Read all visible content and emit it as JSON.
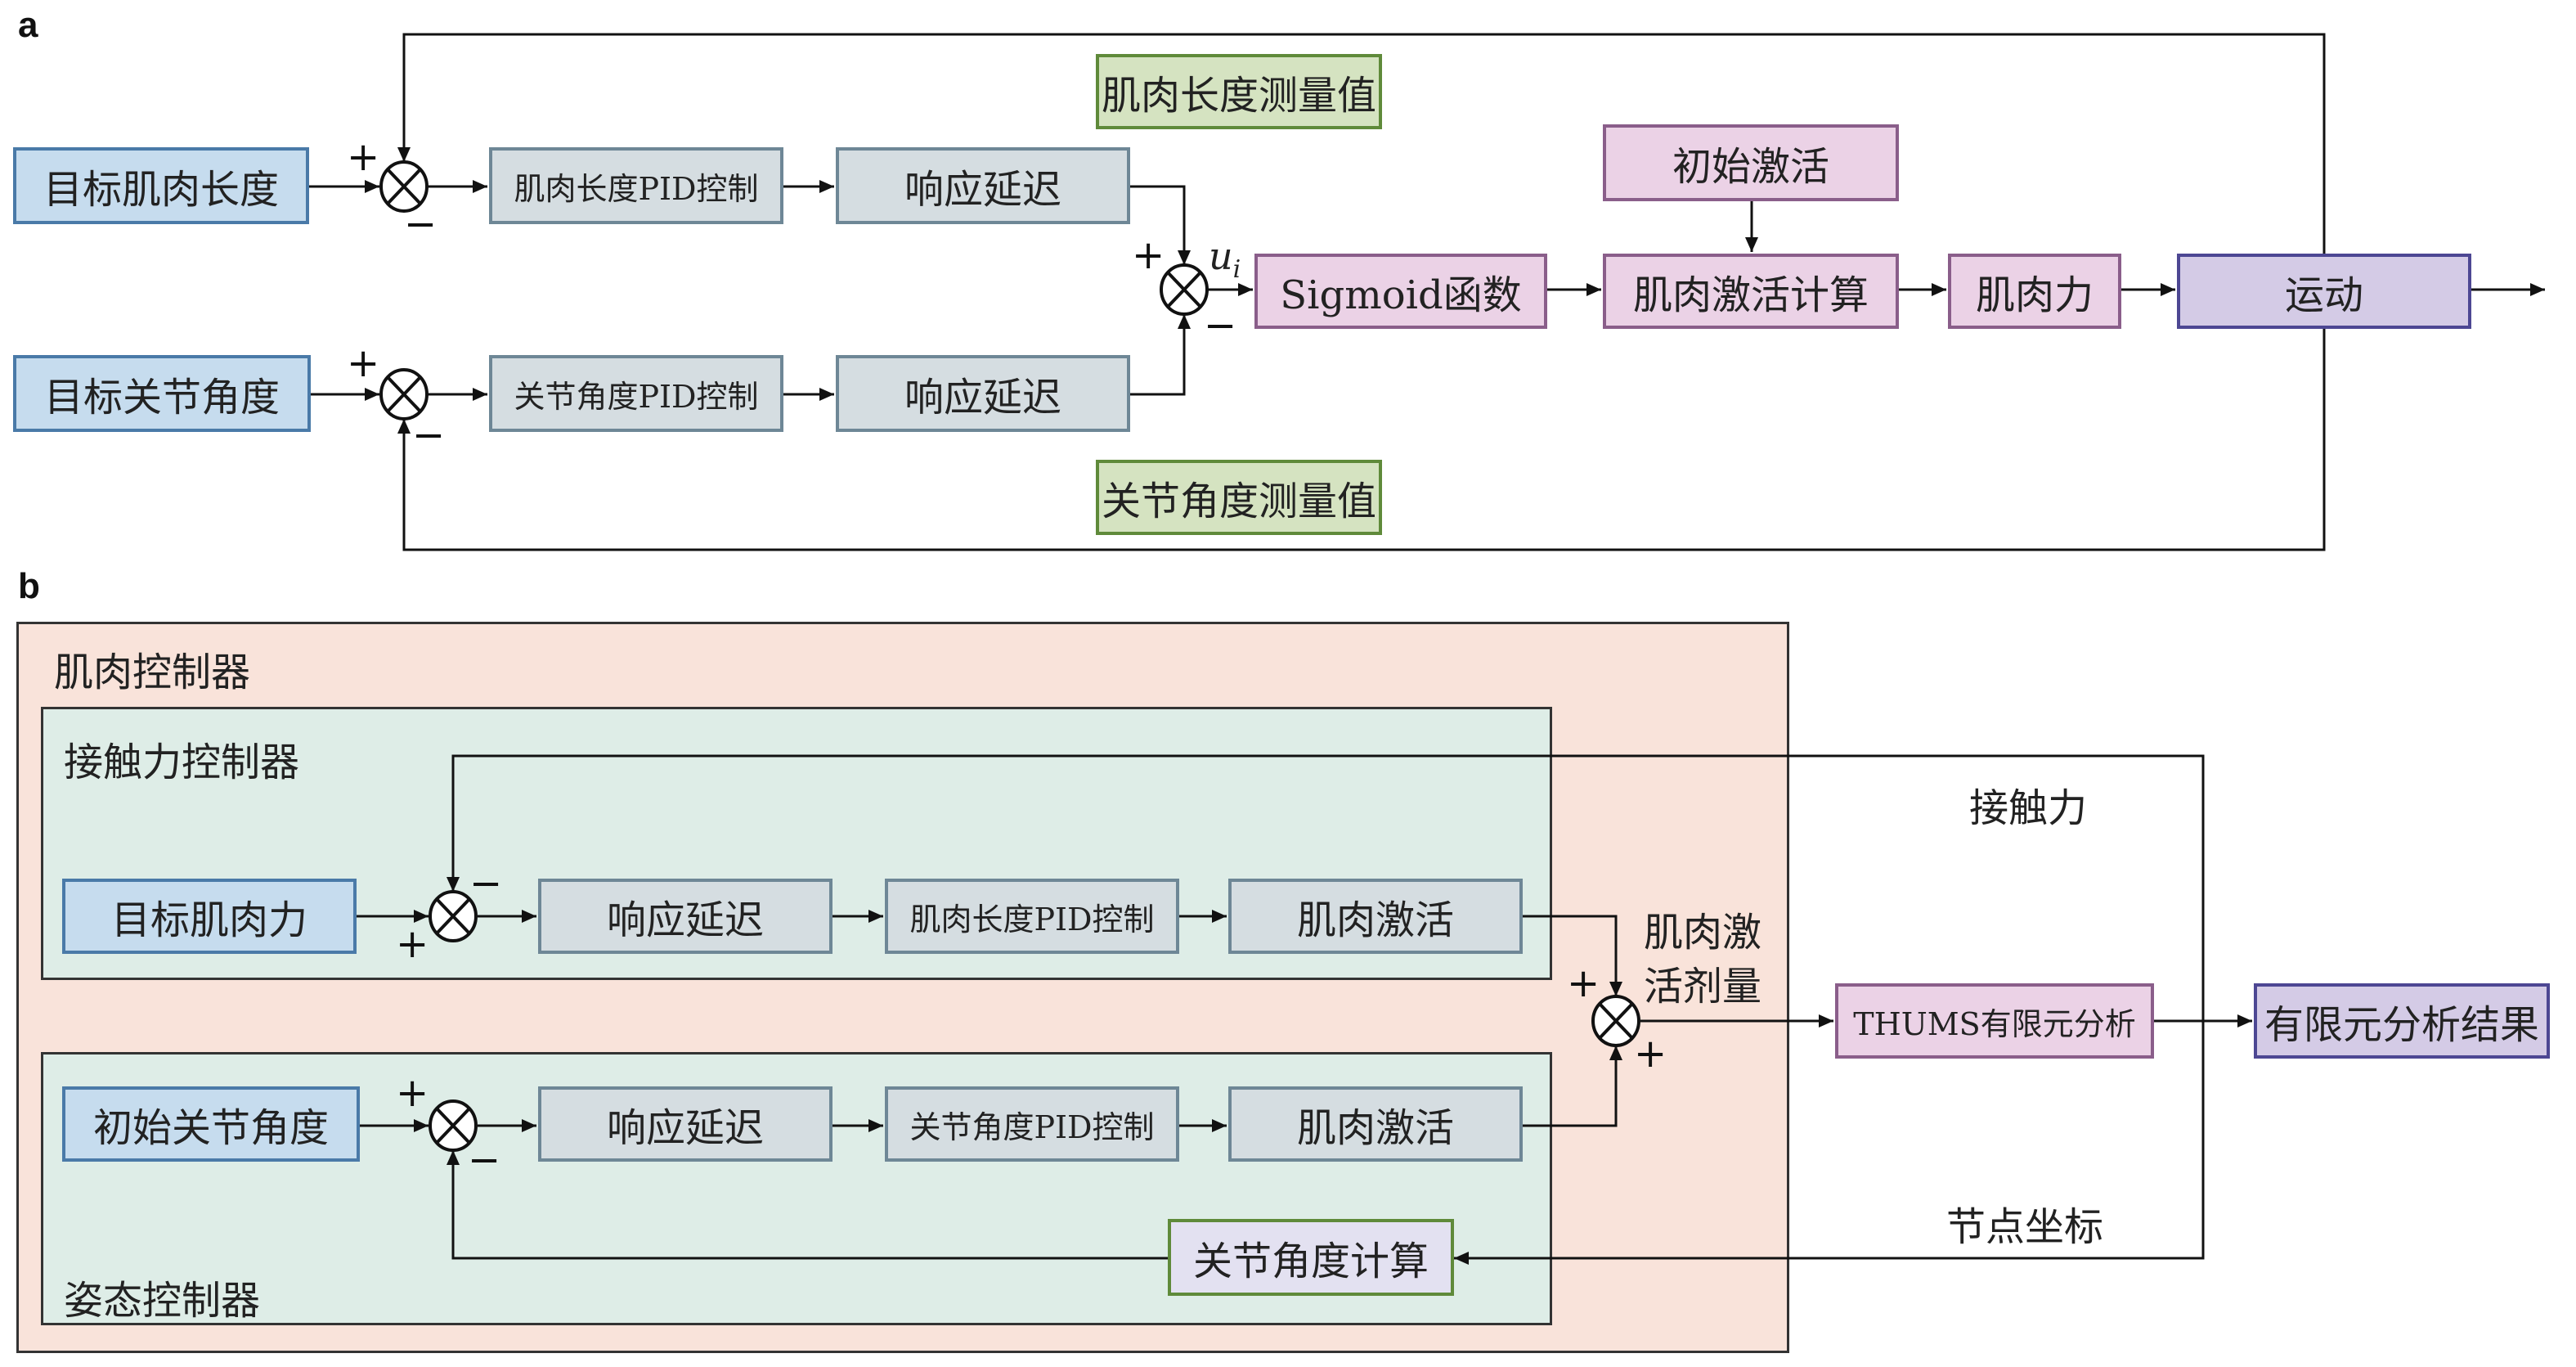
{
  "panels": {
    "a": "a",
    "b": "b"
  },
  "panel_a": {
    "inputs": {
      "muscle_length_target": "目标肌肉长度",
      "joint_angle_target": "目标关节角度"
    },
    "pid": {
      "muscle_length": "肌肉长度PID控制",
      "joint_angle": "关节角度PID控制"
    },
    "delay": "响应延迟",
    "measurements": {
      "muscle_length": "肌肉长度测量值",
      "joint_angle": "关节角度测量值"
    },
    "sum_label": "u",
    "sum_label_sub": "i",
    "sigmoid": "Sigmoid函数",
    "initial_activation": "初始激活",
    "activation_calc": "肌肉激活计算",
    "muscle_force": "肌肉力",
    "motion": "运动",
    "signs": {
      "plus": "+",
      "minus": "−"
    }
  },
  "panel_b": {
    "muscle_controller": "肌肉控制器",
    "contact_controller": "接触力控制器",
    "posture_controller": "姿态控制器",
    "target_muscle_force": "目标肌肉力",
    "initial_joint_angle": "初始关节角度",
    "delay": "响应延迟",
    "pid_length": "肌肉长度PID控制",
    "pid_angle": "关节角度PID控制",
    "activation": "肌肉激活",
    "joint_angle_calc": "关节角度计算",
    "activation_dose_line1": "肌肉激",
    "activation_dose_line2": "活剂量",
    "thums": "THUMS有限元分析",
    "fe_result": "有限元分析结果",
    "contact_force": "接触力",
    "node_coords": "节点坐标",
    "signs": {
      "plus": "+",
      "minus": "−"
    }
  }
}
